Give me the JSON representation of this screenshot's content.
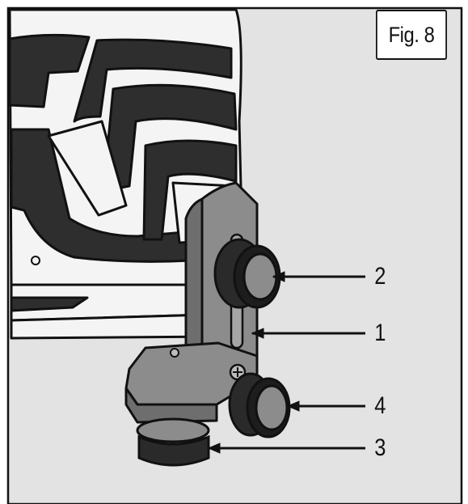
{
  "figure": {
    "label": "Fig. 8",
    "callouts": [
      {
        "number": "2",
        "part": "upper-knob"
      },
      {
        "number": "1",
        "part": "bracket"
      },
      {
        "number": "4",
        "part": "lower-knob"
      },
      {
        "number": "3",
        "part": "adjust-wheel"
      }
    ]
  },
  "colors": {
    "background": "#e3e3e3",
    "outline": "#111111",
    "bracket_fill": "#8c8c8c",
    "knob_fill": "#2a2a2a",
    "housing_fill": "#f4f4f4"
  }
}
